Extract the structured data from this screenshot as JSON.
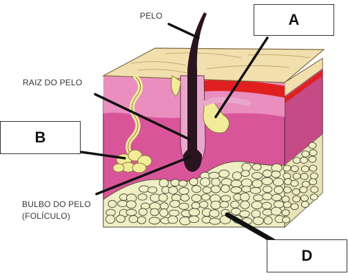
{
  "labels": {
    "pelo": "PELO",
    "raiz": "RAIZ DO PELO",
    "bulbo_line1": "BULBO DO PELO",
    "bulbo_line2": "(FOLÍCULO)"
  },
  "answer_boxes": {
    "a": "A",
    "b": "B",
    "d": "D"
  },
  "colors": {
    "epidermis": "#f2dfae",
    "dermis": "#d9559a",
    "dermis_light": "#ea8ec0",
    "red_band": "#e0201f",
    "fat_cells": "#efeec5",
    "gland": "#f2ec9a",
    "hair": "#2a1420",
    "leader": "#111111"
  }
}
